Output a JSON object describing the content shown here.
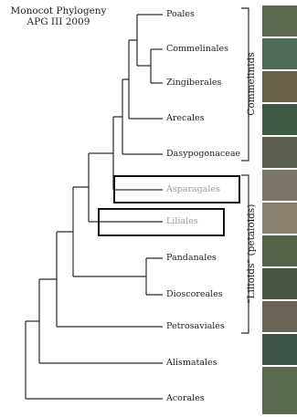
{
  "title": {
    "line1": "Monocot Phylogeny",
    "line2": "APG III 2009"
  },
  "taxa": [
    {
      "id": "poales",
      "label": "Poales"
    },
    {
      "id": "commelinales",
      "label": "Commelinales"
    },
    {
      "id": "zingiberales",
      "label": "Zingiberales"
    },
    {
      "id": "arecales",
      "label": "Arecales"
    },
    {
      "id": "dasypogonaceae",
      "label": "Dasypogonaceae"
    },
    {
      "id": "asparagales",
      "label": "Asparagales",
      "highlight": true
    },
    {
      "id": "liliales",
      "label": "Liliales",
      "highlight": true
    },
    {
      "id": "pandanales",
      "label": "Pandanales"
    },
    {
      "id": "dioscoreales",
      "label": "Dioscoreales"
    },
    {
      "id": "petrosaviales",
      "label": "Petrosaviales"
    },
    {
      "id": "alismatales",
      "label": "Alismatales"
    },
    {
      "id": "acorales",
      "label": "Acorales"
    }
  ],
  "groups": {
    "commelinids": "Commelinids",
    "lilioids": "\"Lilioids\" (petaloids)"
  },
  "colors": {
    "line": "#2a2a2a",
    "highlight_text": "#9a9a9a",
    "box_border": "#111111"
  }
}
